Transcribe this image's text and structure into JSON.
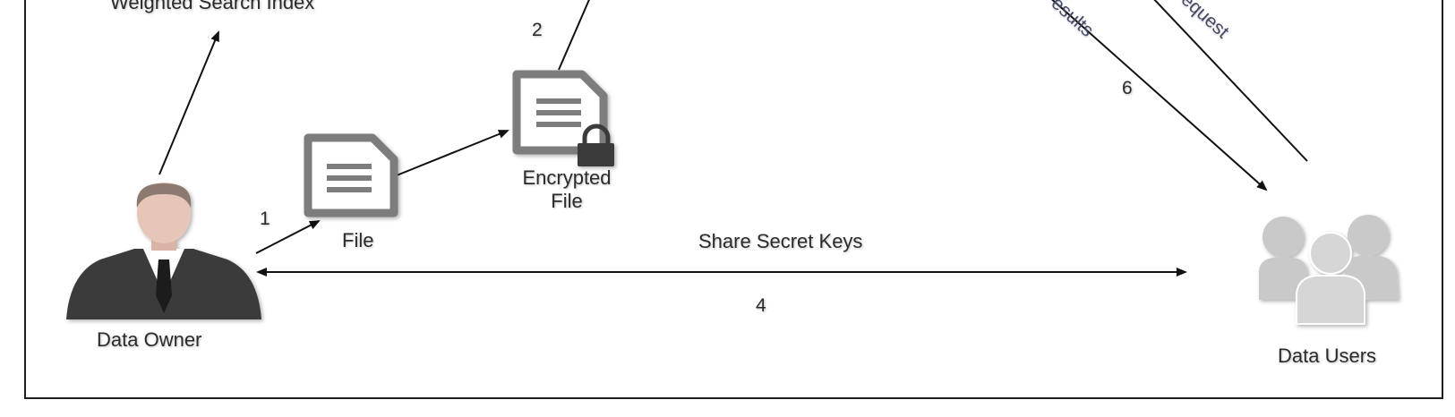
{
  "labels": {
    "weighted_index": "Weighted Search Index",
    "file": "File",
    "encrypted_file_line1": "Encrypted",
    "encrypted_file_line2": "File",
    "data_owner": "Data Owner",
    "data_users": "Data Users",
    "share_keys": "Share Secret Keys",
    "results_partial": "esults",
    "request_partial": "equest"
  },
  "step_numbers": {
    "s1": "1",
    "s2": "2",
    "s4": "4",
    "s6": "6"
  },
  "icons": {
    "owner": "business-person-icon",
    "users": "user-group-icon",
    "file": "document-icon",
    "encrypted_file": "locked-document-icon"
  },
  "colors": {
    "line": "#111111",
    "icon_gray": "#7d7d7d",
    "person_suit": "#3a3a3a",
    "skin": "#e6c6b8",
    "users_gray": "#c9c9c9"
  }
}
